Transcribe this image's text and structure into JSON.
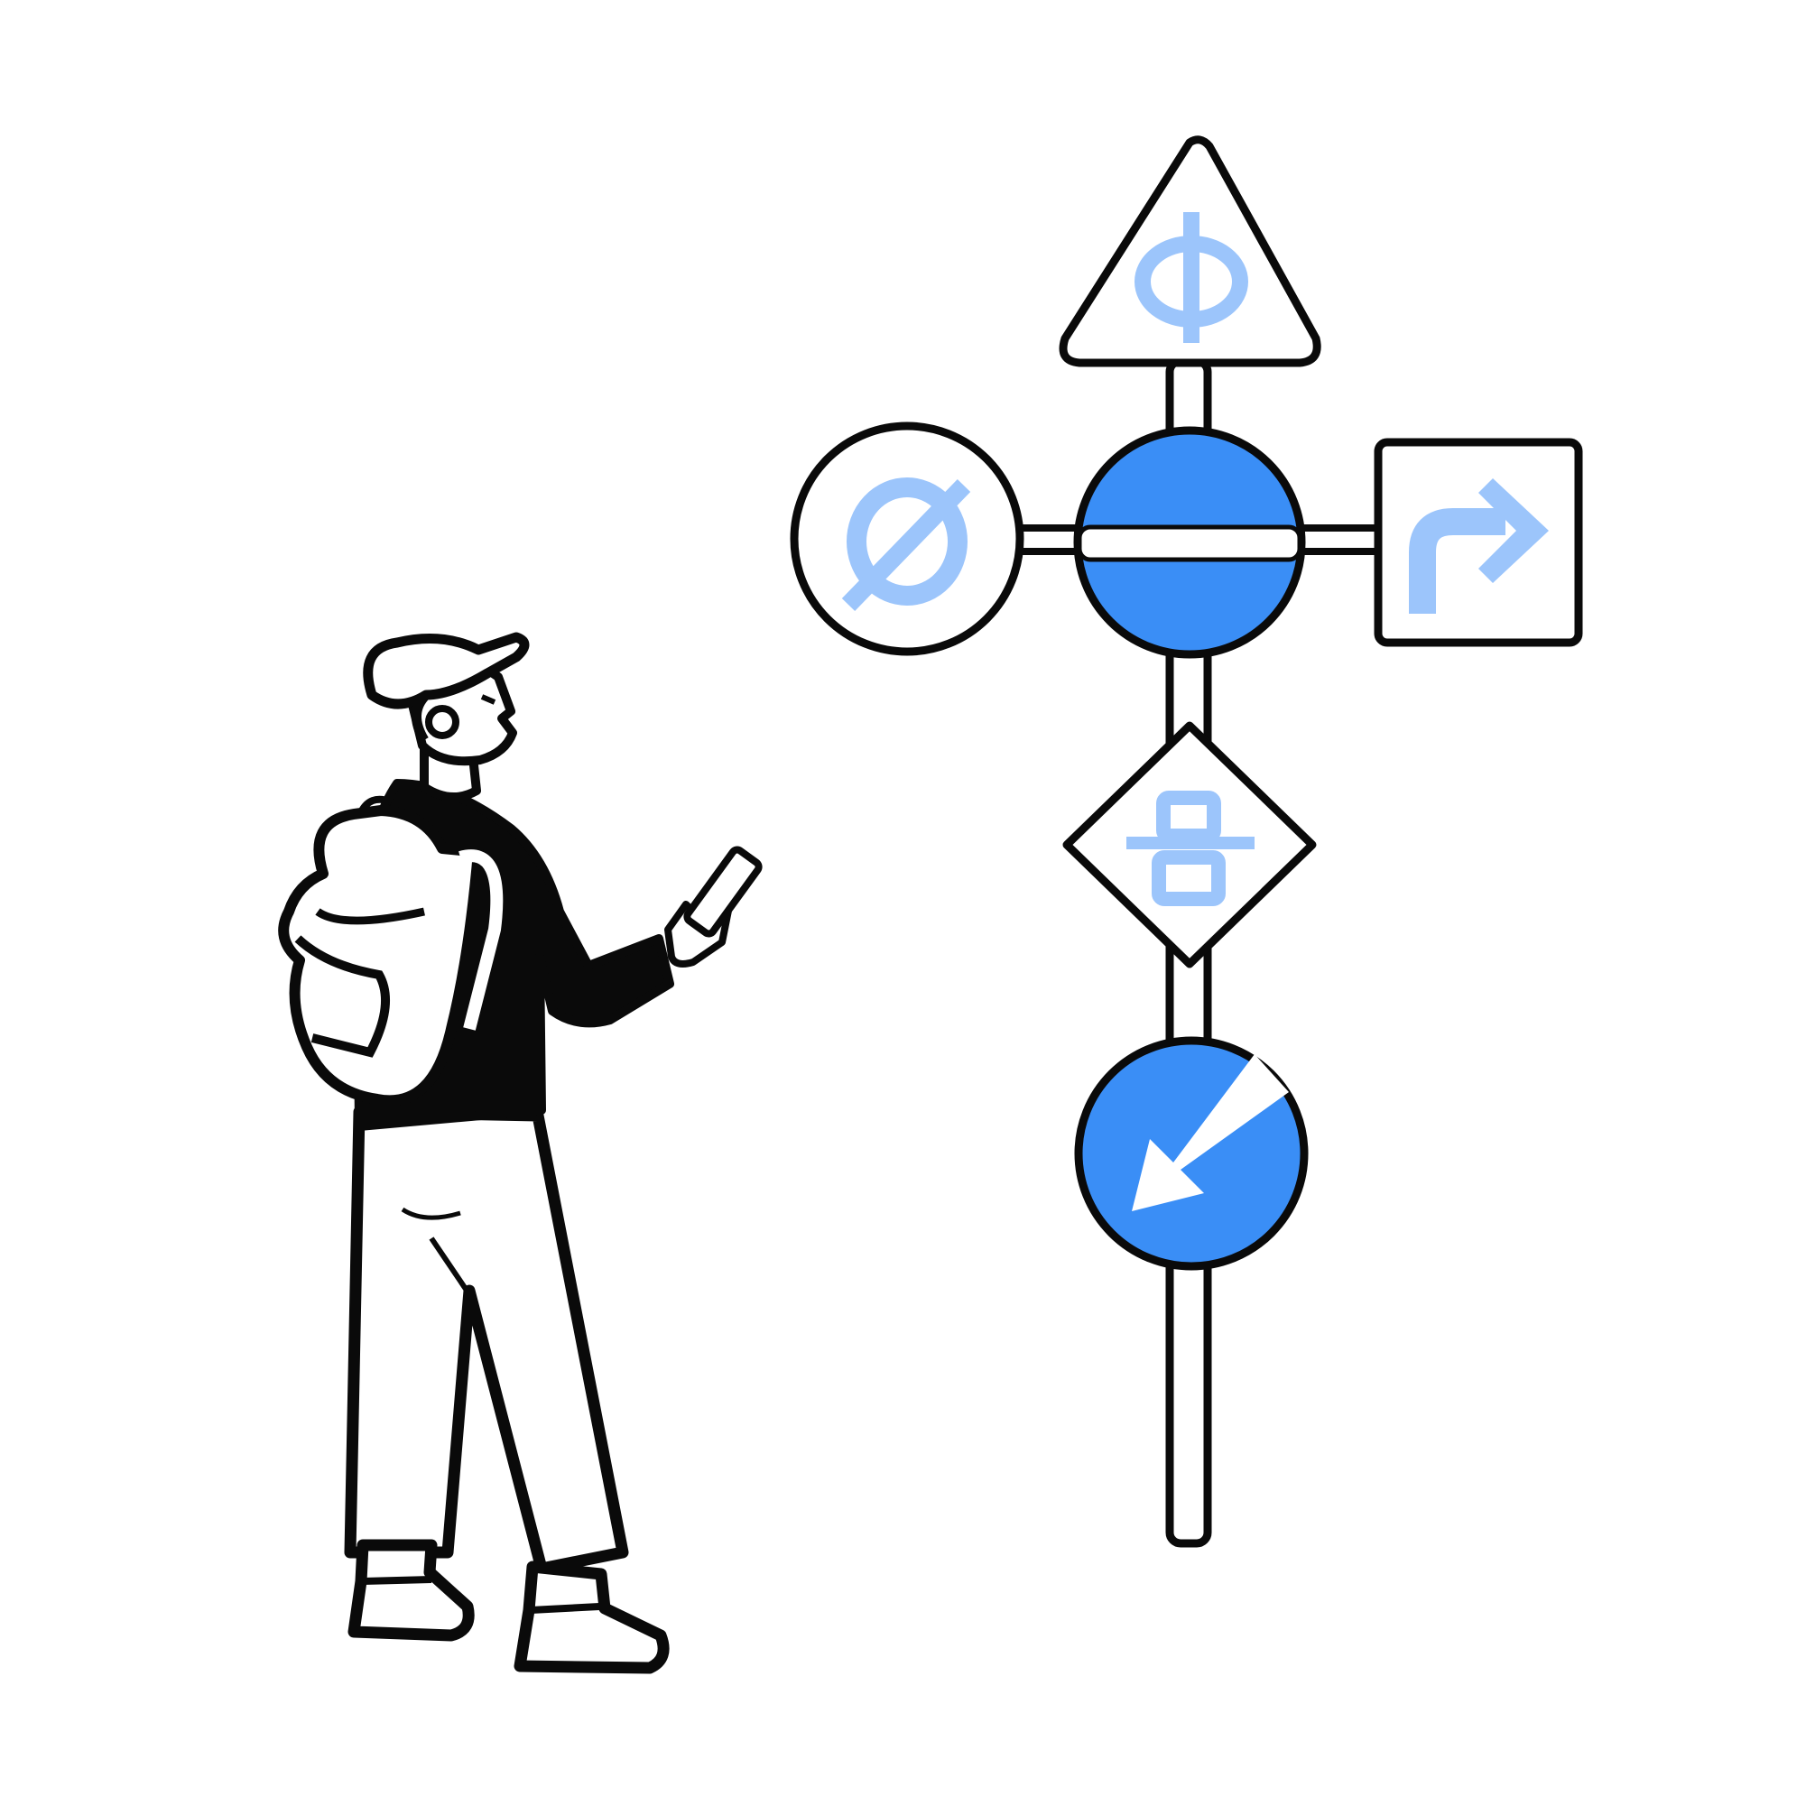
{
  "colors": {
    "ink": "#0a0a0a",
    "background": "#ffffff",
    "sign_blue": "#3a8ef6",
    "symbol_light_blue": "#9cc5fb",
    "paper_white": "#ffffff"
  },
  "signpost": {
    "signs": [
      {
        "shape": "triangle",
        "symbol": "phi-letter-icon",
        "fill": "#ffffff"
      },
      {
        "shape": "circle",
        "symbol": "empty-set-icon",
        "fill": "#ffffff"
      },
      {
        "shape": "circle",
        "symbol": "no-entry-bar-icon",
        "fill": "#3a8ef6"
      },
      {
        "shape": "rounded-square",
        "symbol": "turn-right-arrow-icon",
        "fill": "#ffffff"
      },
      {
        "shape": "diamond",
        "symbol": "crossed-eight-icon",
        "fill": "#ffffff"
      },
      {
        "shape": "circle",
        "symbol": "down-left-arrow-icon",
        "fill": "#3a8ef6"
      }
    ]
  },
  "person": {
    "wears": [
      "cap",
      "backpack",
      "jacket",
      "trousers",
      "boots"
    ],
    "holds": "phone-icon"
  }
}
